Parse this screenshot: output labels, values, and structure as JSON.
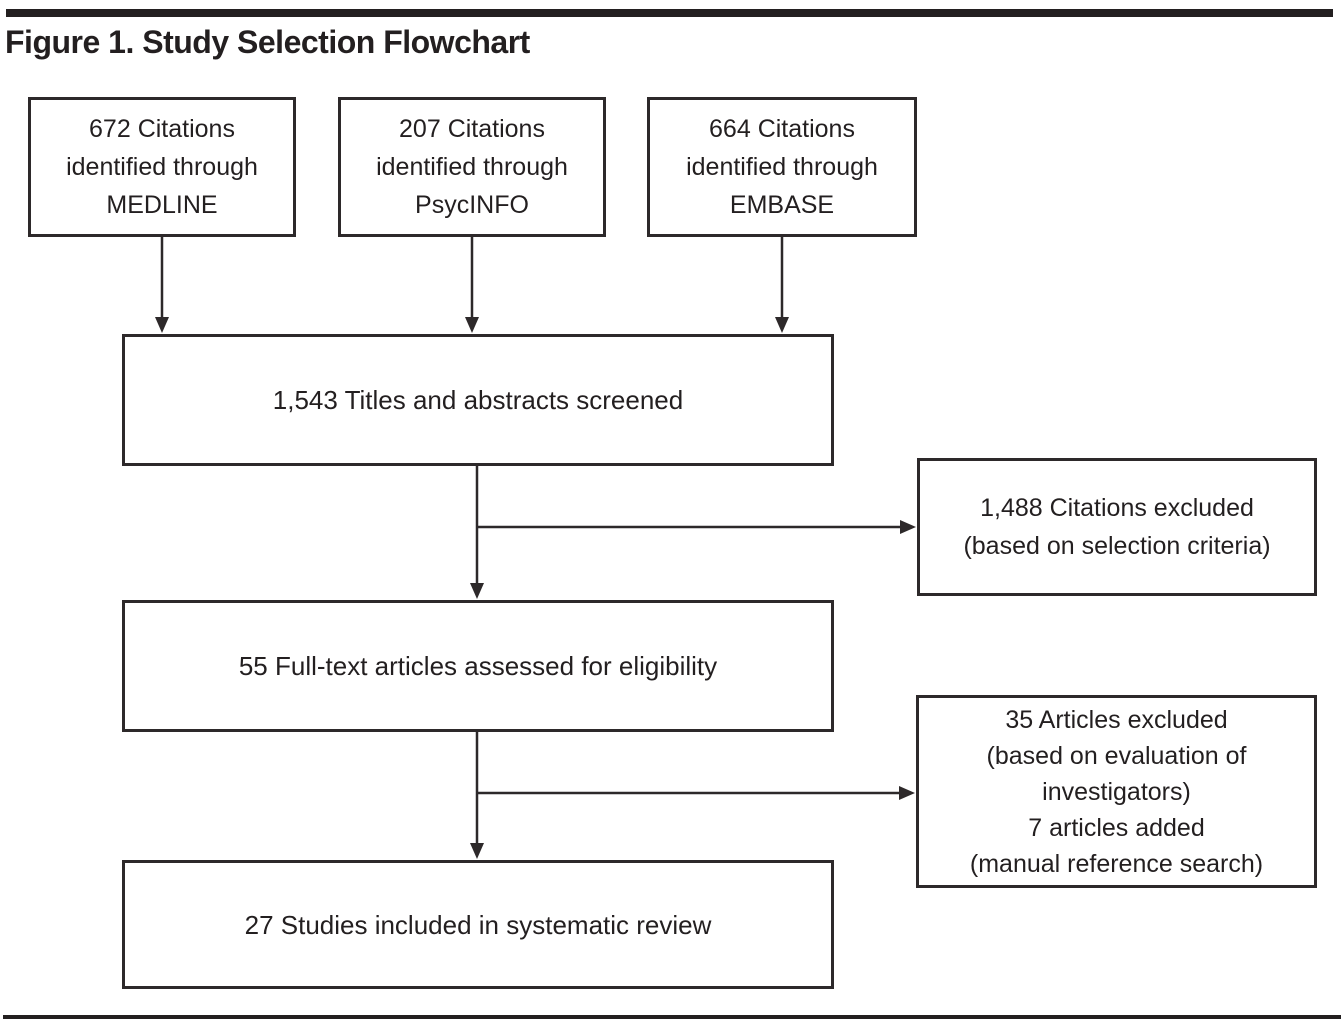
{
  "figure": {
    "title": "Figure 1. Study Selection Flowchart"
  },
  "colors": {
    "ink": "#231f20",
    "line": "#2d292a",
    "background": "#ffffff"
  },
  "flowchart": {
    "nodes": {
      "medline": {
        "label": "672 Citations\nidentified through\nMEDLINE"
      },
      "psycinfo": {
        "label": "207 Citations\nidentified through\nPsycINFO"
      },
      "embase": {
        "label": "664 Citations\nidentified through\nEMBASE"
      },
      "screened": {
        "label": "1,543 Titles and abstracts screened"
      },
      "excluded_citations": {
        "label": "1,488 Citations excluded\n(based on selection criteria)"
      },
      "fulltext": {
        "label": "55 Full-text articles assessed for eligibility"
      },
      "excluded_articles": {
        "label": "35 Articles excluded\n(based on evaluation of\ninvestigators)\n7 articles added\n(manual reference search)"
      },
      "included": {
        "label": "27 Studies included in systematic review"
      }
    },
    "edges": [
      {
        "from": "medline",
        "to": "screened"
      },
      {
        "from": "psycinfo",
        "to": "screened"
      },
      {
        "from": "embase",
        "to": "screened"
      },
      {
        "from": "screened",
        "to": "excluded_citations"
      },
      {
        "from": "screened",
        "to": "fulltext"
      },
      {
        "from": "fulltext",
        "to": "excluded_articles"
      },
      {
        "from": "fulltext",
        "to": "included"
      }
    ]
  }
}
